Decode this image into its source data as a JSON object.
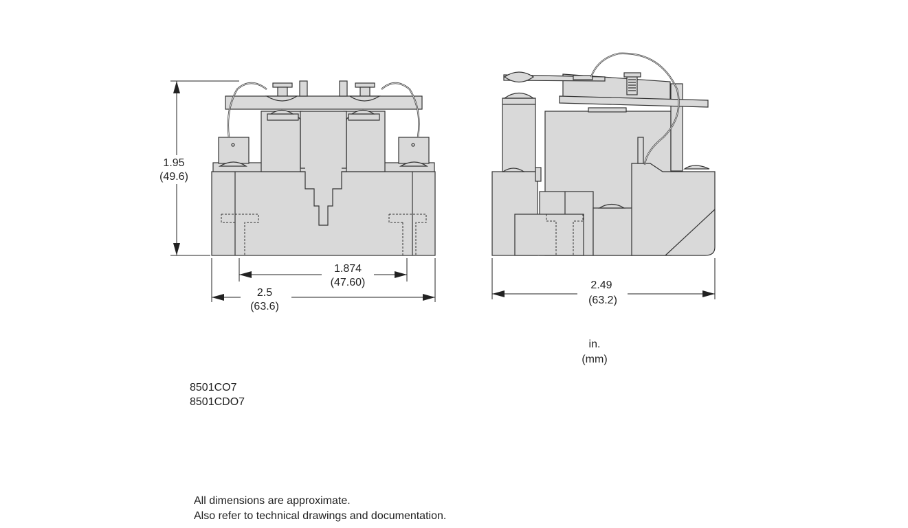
{
  "front_view": {
    "height_in": "1.95",
    "height_mm": "(49.6)",
    "mount_in": "1.874",
    "mount_mm": "(47.60)",
    "width_in": "2.5",
    "width_mm": "(63.6)"
  },
  "side_view": {
    "depth_in": "2.49",
    "depth_mm": "(63.2)"
  },
  "units": {
    "primary": "in.",
    "secondary": "(mm)"
  },
  "part_numbers": [
    "8501CO7",
    "8501CDO7"
  ],
  "notes": [
    "All dimensions are approximate.",
    "Also refer to technical drawings and documentation."
  ]
}
